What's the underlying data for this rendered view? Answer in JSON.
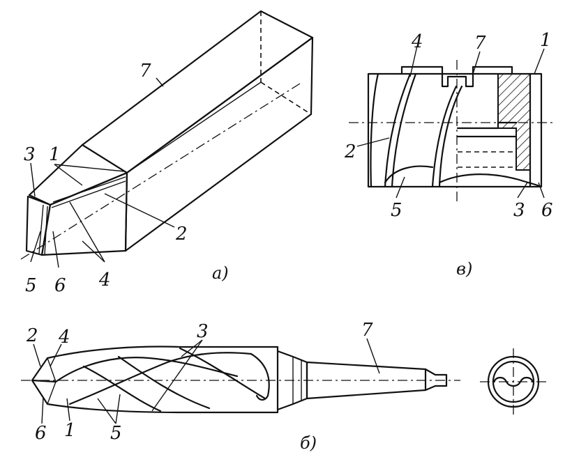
{
  "cutter": {
    "caption": "а)",
    "labels": {
      "n1": "1",
      "n2": "2",
      "n3": "3",
      "n4": "4",
      "n5": "5",
      "n6": "6",
      "n7": "7"
    }
  },
  "reamer": {
    "caption": "в)",
    "labels": {
      "n1": "1",
      "n2": "2",
      "n3": "3",
      "n4": "4",
      "n5": "5",
      "n6": "6",
      "n7": "7"
    }
  },
  "drill": {
    "caption": "б)",
    "labels": {
      "n1": "1",
      "n2": "2",
      "n3": "3",
      "n4": "4",
      "n5": "5",
      "n6": "6",
      "n7": "7"
    }
  }
}
